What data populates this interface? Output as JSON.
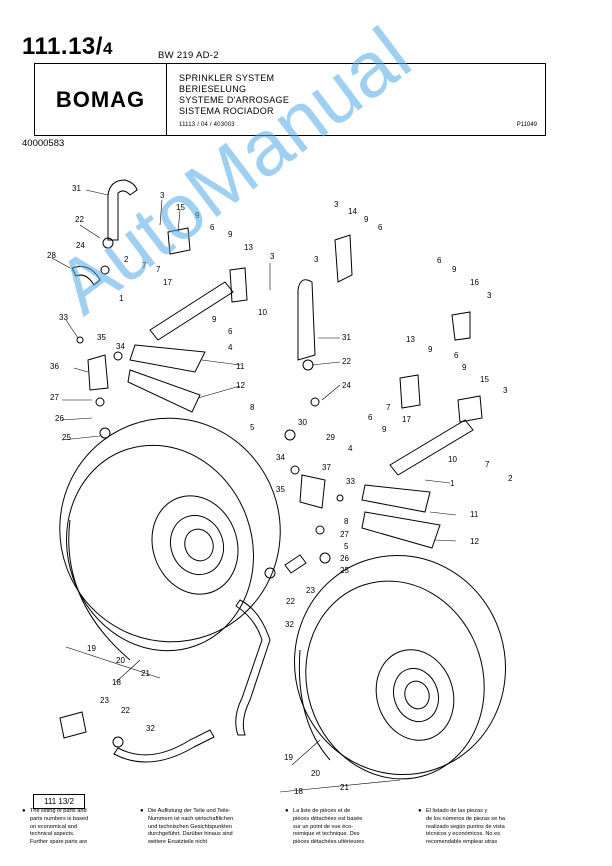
{
  "header": {
    "page_number": "111.13/",
    "page_suffix": "4",
    "model": "BW 219 AD-2",
    "logo": "BOMAG",
    "titles": [
      "SPRINKLER SYSTEM",
      "BERIESELUNG",
      "SYSTEME D'ARROSAGE",
      "SISTEMA ROCIADOR"
    ],
    "ref_code": "11113 / 04 / 403003",
    "drawing_no": "P11049",
    "doc_no": "40000583"
  },
  "watermark": "AutoManual",
  "callouts": [
    "31",
    "3",
    "15",
    "22",
    "9",
    "6",
    "9",
    "24",
    "2",
    "7",
    "13",
    "28",
    "7",
    "17",
    "3",
    "1",
    "33",
    "9",
    "6",
    "35",
    "10",
    "34",
    "4",
    "36",
    "11",
    "27",
    "12",
    "26",
    "25",
    "3",
    "14",
    "9",
    "6",
    "3",
    "31",
    "22",
    "24",
    "8",
    "5",
    "30",
    "29",
    "34",
    "37",
    "35",
    "33",
    "8",
    "27",
    "5",
    "26",
    "25",
    "6",
    "9",
    "16",
    "3",
    "13",
    "9",
    "6",
    "7",
    "17",
    "9",
    "15",
    "3",
    "6",
    "9",
    "4",
    "7",
    "2",
    "10",
    "11",
    "12",
    "1",
    "23",
    "22",
    "32",
    "19",
    "20",
    "21",
    "18",
    "23",
    "22",
    "32",
    "19",
    "20",
    "21",
    "18"
  ],
  "ref_box": "111 13/2",
  "footer_notes": [
    [
      "The listing of parts and",
      "parts numbers is based",
      "on economical and",
      "technical aspects.",
      "Further spare parts are"
    ],
    [
      "Die Auflistung der Teile und Teile-",
      "Nummern ist nach wirtschaftlichen",
      "und technischen Gesichtspunkten",
      "durchgeführt. Darüber hinaus sind",
      "weitere Ersatzteile nicht"
    ],
    [
      "La liste de pièces et de",
      "pièces détachées est basée",
      "sur un point de vue éco-",
      "nomique et technique. Des",
      "pièces détachées ultérieures"
    ],
    [
      "El listado de las piezas y",
      "de los números de piezas se ha",
      "realizado según puntos de vista",
      "técnicos y económicos. No es",
      "recomendable emplear otras"
    ]
  ]
}
